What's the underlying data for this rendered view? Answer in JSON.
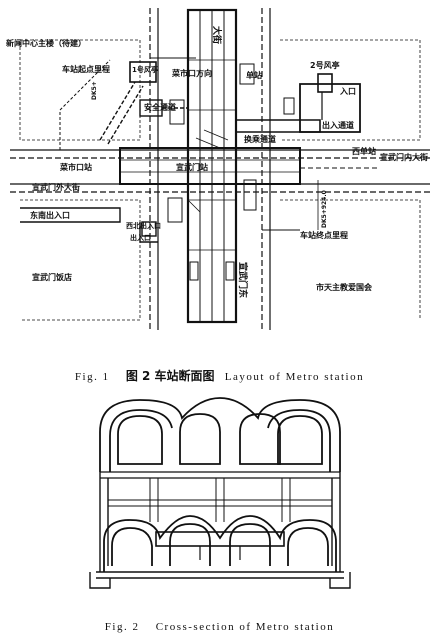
{
  "figure1": {
    "caption": {
      "number": "Fig. 1",
      "title_cn": "图 2  车站断面图",
      "title_en": "Layout of Metro station"
    },
    "labels": {
      "news_center": "新闻中心主楼（待建）",
      "start_mileage": "车站起点里程",
      "start_mileage_value": "DK5+",
      "vent1": "1号风亭",
      "vent2": "2号风亭",
      "street_north": "大街",
      "caishikou_line": "菜市口方向",
      "xidan_station": "单站",
      "safety_exit": "安全通道",
      "transfer": "换乘通道",
      "entrance_a": "入口",
      "entrance_b": "出入通道",
      "xidan": "西单站",
      "xuanwumen_inner": "宣武门内大街",
      "caishikou_station": "菜市口站",
      "xuanwumen_station": "宣武门站",
      "xuanwumen_outer": "宣武门外大街",
      "east_entrance": "东南出入口",
      "nw_entrance": "西北出入口",
      "exit3": "出入口",
      "end_mileage": "车站终点里程",
      "end_mileage_value": "DK5+924.0",
      "hotel": "宣武门饭店",
      "street_south": "宣武门东",
      "church": "市天主教爱国会"
    }
  },
  "figure2": {
    "caption": {
      "number": "Fig. 2",
      "title_en": "Cross-section of Metro station"
    }
  },
  "colors": {
    "ink": "#111111",
    "background": "#ffffff"
  }
}
